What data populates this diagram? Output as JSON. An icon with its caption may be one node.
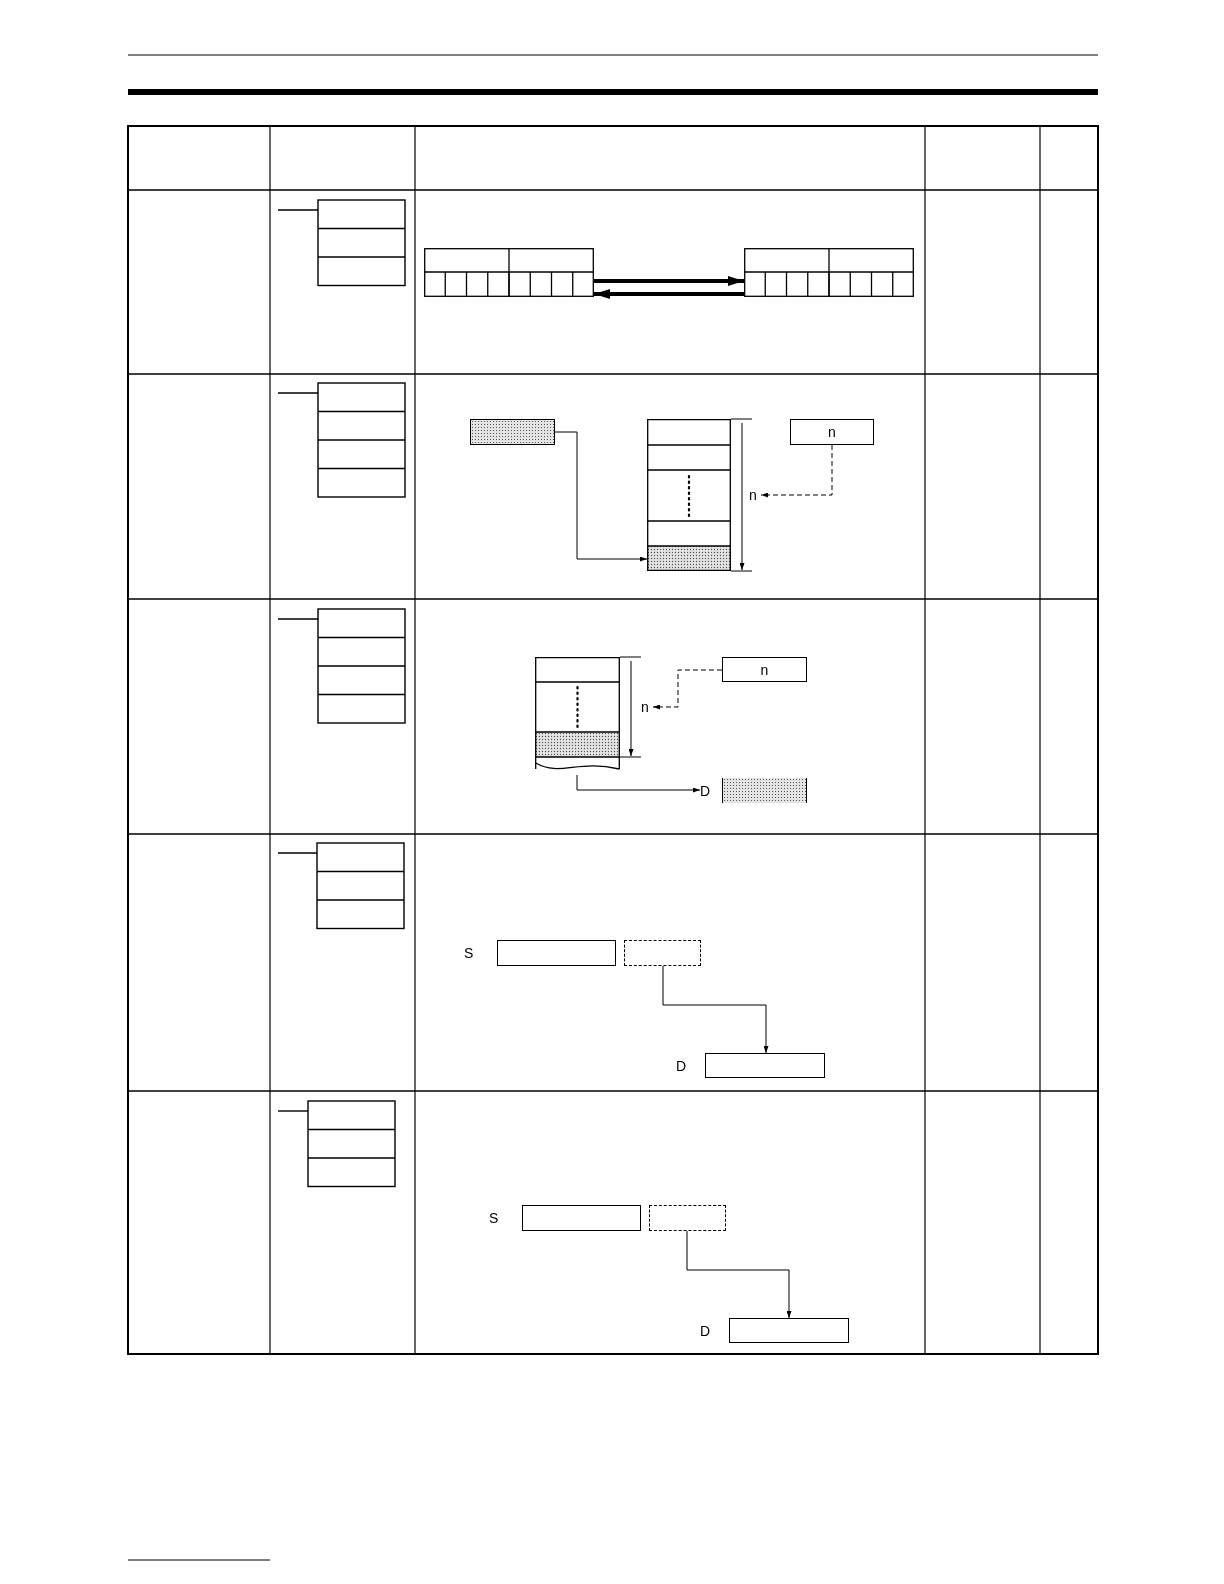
{
  "diagram": {
    "nodes": [
      {
        "text": [],
        "shape": "box"
      },
      {
        "text": [],
        "shape": "box"
      },
      {
        "text": [],
        "shape": "box"
      },
      {
        "text": [],
        "shape": "box"
      },
      {
        "text": [
          "n"
        ]
      },
      {
        "text": [
          "n"
        ]
      },
      {
        "text": [],
        "shape": "box"
      },
      {
        "text": [
          "n"
        ]
      },
      {
        "text": [
          "n"
        ]
      },
      {
        "text": [
          "D"
        ]
      },
      {
        "text": [
          "S"
        ]
      },
      {
        "text": [],
        "shape": "box"
      },
      {
        "text": [
          "D"
        ]
      },
      {
        "text": [
          "S"
        ]
      },
      {
        "text": [],
        "shape": "box"
      },
      {
        "text": [
          "D"
        ]
      }
    ],
    "edges": [
      {
        "from": 0,
        "to": 1,
        "arrow": "to",
        "style": "thick"
      },
      {
        "from": 1,
        "to": 0,
        "arrow": "to",
        "style": "thick"
      },
      {
        "from": 2,
        "to": 3,
        "arrow": "to"
      },
      {
        "from": 4,
        "to": 5,
        "arrow": "to",
        "style": "dashed"
      },
      {
        "from": 7,
        "to": 8,
        "arrow": "to",
        "style": "dashed"
      },
      {
        "from": 6,
        "to": 9,
        "arrow": "to"
      },
      {
        "from": 11,
        "to": 12,
        "arrow": "to"
      },
      {
        "from": 14,
        "to": 15,
        "arrow": "to"
      }
    ]
  }
}
